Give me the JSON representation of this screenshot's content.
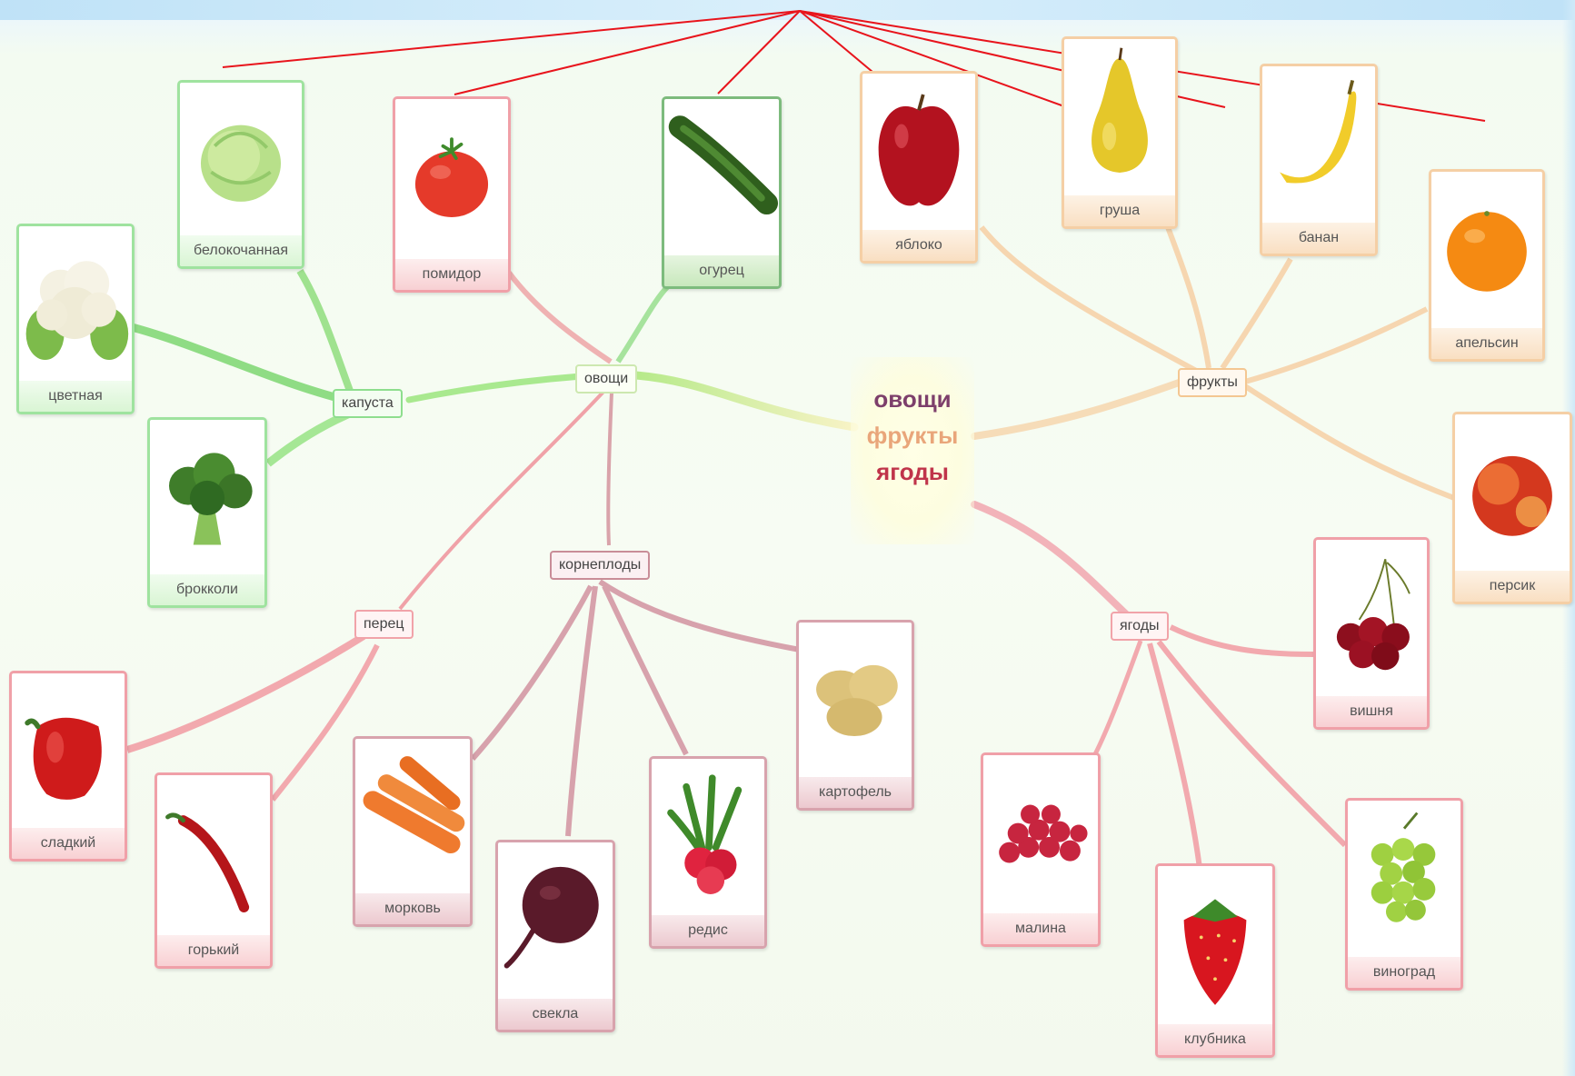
{
  "center": {
    "line1": "овощи",
    "line2": "фрукты",
    "line3": "ягоды"
  },
  "hubs": {
    "vegetables": "овощи",
    "cabbage": "капуста",
    "fruits": "фрукты",
    "roots": "корнеплоды",
    "pepper": "перец",
    "berries": "ягоды"
  },
  "cards": {
    "white_cabbage": "белокочанная",
    "tomato": "помидор",
    "cucumber": "огурец",
    "cauliflower": "цветная",
    "broccoli": "брокколи",
    "apple": "яблоко",
    "pear": "груша",
    "banana": "банан",
    "orange": "апельсин",
    "peach": "персик",
    "cherry": "вишня",
    "grape": "виноград",
    "strawberry": "клубника",
    "raspberry": "малина",
    "potato": "картофель",
    "radish": "редис",
    "beet": "свекла",
    "carrot": "морковь",
    "sweet_pepper": "сладкий",
    "hot_pepper": "горький"
  },
  "colors": {
    "annotation_lines": "#e8141c",
    "vegetable_branch": "#8ee08e",
    "fruit_branch": "#f3c999",
    "berry_branch": "#ee9aa3",
    "root_branch": "#c98d98"
  }
}
